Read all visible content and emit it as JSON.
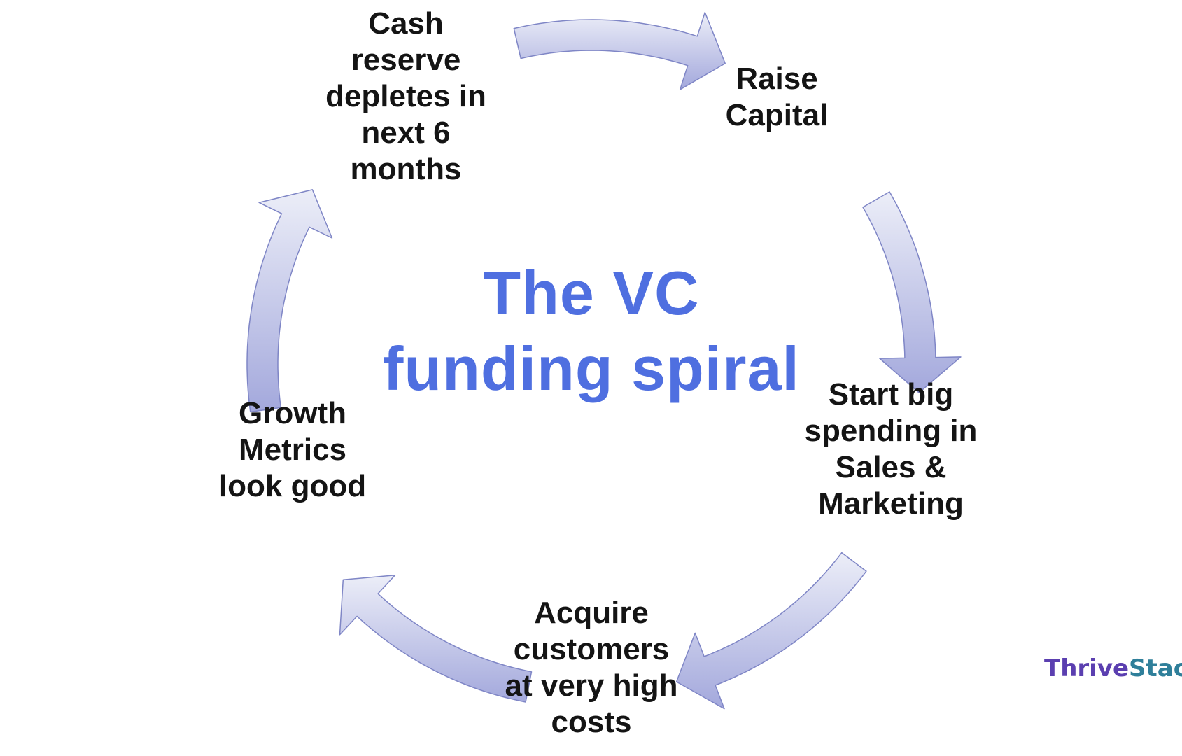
{
  "title": {
    "lines": [
      "The VC",
      "funding spiral"
    ]
  },
  "steps": [
    {
      "id": "cash-reserve",
      "lines": [
        "Cash",
        "reserve",
        "depletes in",
        "next 6",
        "months"
      ]
    },
    {
      "id": "raise-capital",
      "lines": [
        "Raise",
        "Capital"
      ]
    },
    {
      "id": "big-spending",
      "lines": [
        "Start big",
        "spending in",
        "Sales &",
        "Marketing"
      ]
    },
    {
      "id": "acquire-customers",
      "lines": [
        "Acquire",
        "customers",
        "at very high",
        "costs"
      ]
    },
    {
      "id": "growth-metrics",
      "lines": [
        "Growth",
        "Metrics",
        "look good"
      ]
    }
  ],
  "brand": {
    "part_a": "Thrive",
    "part_b": "Stack"
  },
  "colors": {
    "title": "#4f6fe0",
    "text": "#141414",
    "arrow_light": "#eceef8",
    "arrow_dark": "#a3a8dc",
    "arrow_stroke": "#7f86c6",
    "brand_a": "#5b3fb0",
    "brand_b": "#2f7f9a"
  }
}
